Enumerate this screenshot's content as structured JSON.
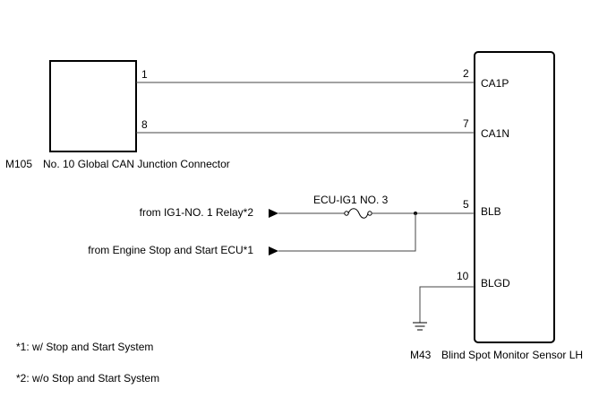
{
  "connector": {
    "id": "M105",
    "name": "No. 10 Global CAN Junction Connector",
    "pins": {
      "top": "1",
      "bottom": "8"
    }
  },
  "sensor": {
    "id": "M43",
    "name": "Blind Spot Monitor Sensor LH",
    "pins": [
      {
        "num": "2",
        "label": "CA1P"
      },
      {
        "num": "7",
        "label": "CA1N"
      },
      {
        "num": "5",
        "label": "BLB"
      },
      {
        "num": "10",
        "label": "BLGD"
      }
    ]
  },
  "fuse": {
    "label": "ECU-IG1 NO. 3"
  },
  "sources": {
    "relay": "from IG1-NO. 1 Relay*2",
    "ecu": "from Engine Stop and Start ECU*1"
  },
  "notes": [
    "*1: w/ Stop and Start System",
    "*2: w/o Stop and Start System"
  ]
}
